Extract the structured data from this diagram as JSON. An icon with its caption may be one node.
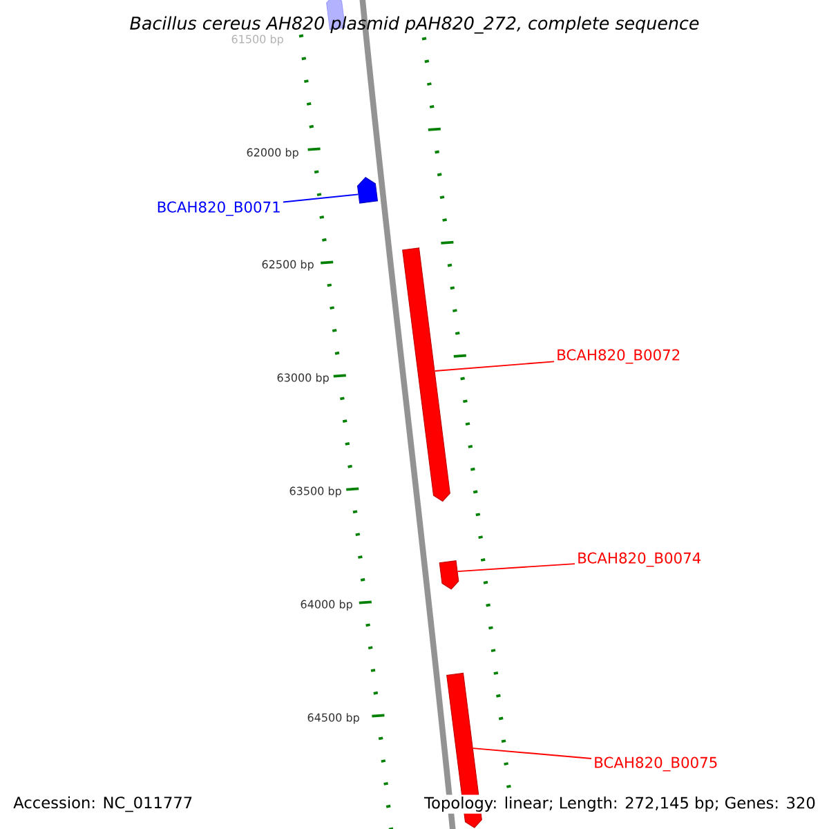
{
  "diagram": {
    "title": "Bacillus cereus AH820 plasmid pAH820_272, complete sequence",
    "nodes": [
      {
        "text": [],
        "shape": "arrow"
      },
      {
        "text": [
          "BCAH820_B0071"
        ]
      },
      {
        "text": [],
        "shape": "arrow"
      },
      {
        "text": [
          "BCAH820_B0072"
        ]
      },
      {
        "text": [],
        "shape": "arrow"
      },
      {
        "text": [
          "BCAH820_B0074"
        ]
      },
      {
        "text": [],
        "shape": "arrow"
      },
      {
        "text": [
          "BCAH820_B0075"
        ]
      },
      {
        "text": [],
        "shape": "arrow"
      }
    ],
    "edges": [
      {
        "from": 1,
        "to": 2,
        "arrow": "none",
        "color": "#0000ff"
      },
      {
        "from": 3,
        "to": 4,
        "arrow": "none"
      },
      {
        "from": 5,
        "to": 6,
        "arrow": "none"
      },
      {
        "from": 7,
        "to": 8,
        "arrow": "none"
      }
    ],
    "labels": [
      "61500 bp",
      "62000 bp",
      "62500 bp",
      "63000 bp",
      "63500 bp",
      "64000 bp",
      "64500 bp",
      "Accession: NC_011777",
      "Topology: linear; Length: 272,145 bp; Genes: 320"
    ]
  }
}
